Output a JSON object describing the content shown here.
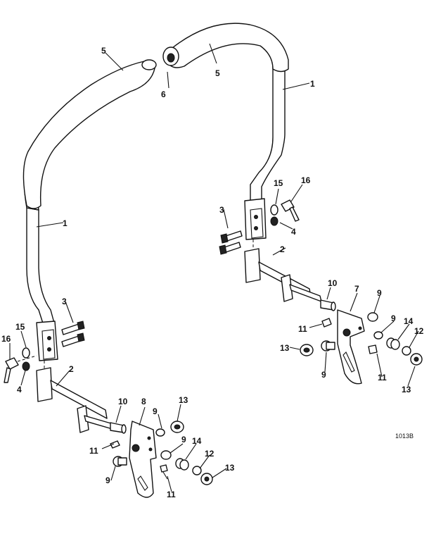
{
  "callouts": {
    "c5a": "5",
    "c5b": "5",
    "c6": "6",
    "c1a": "1",
    "c1b": "1",
    "c3a": "3",
    "c3b": "3",
    "c15a": "15",
    "c15b": "15",
    "c16a": "16",
    "c16b": "16",
    "c4a": "4",
    "c4b": "4",
    "c2a": "2",
    "c2b": "2",
    "c10a": "10",
    "c10b": "10",
    "c7": "7",
    "c8": "8",
    "c9a": "9",
    "c9b": "9",
    "c9c": "9",
    "c9d": "9",
    "c9e": "9",
    "c9f": "9",
    "c11a": "11",
    "c11b": "11",
    "c11c": "11",
    "c11d": "11",
    "c13a": "13",
    "c13b": "13",
    "c13c": "13",
    "c13d": "13",
    "c14a": "14",
    "c14b": "14",
    "c12a": "12",
    "c12b": "12"
  },
  "figure_ref": "1013B"
}
